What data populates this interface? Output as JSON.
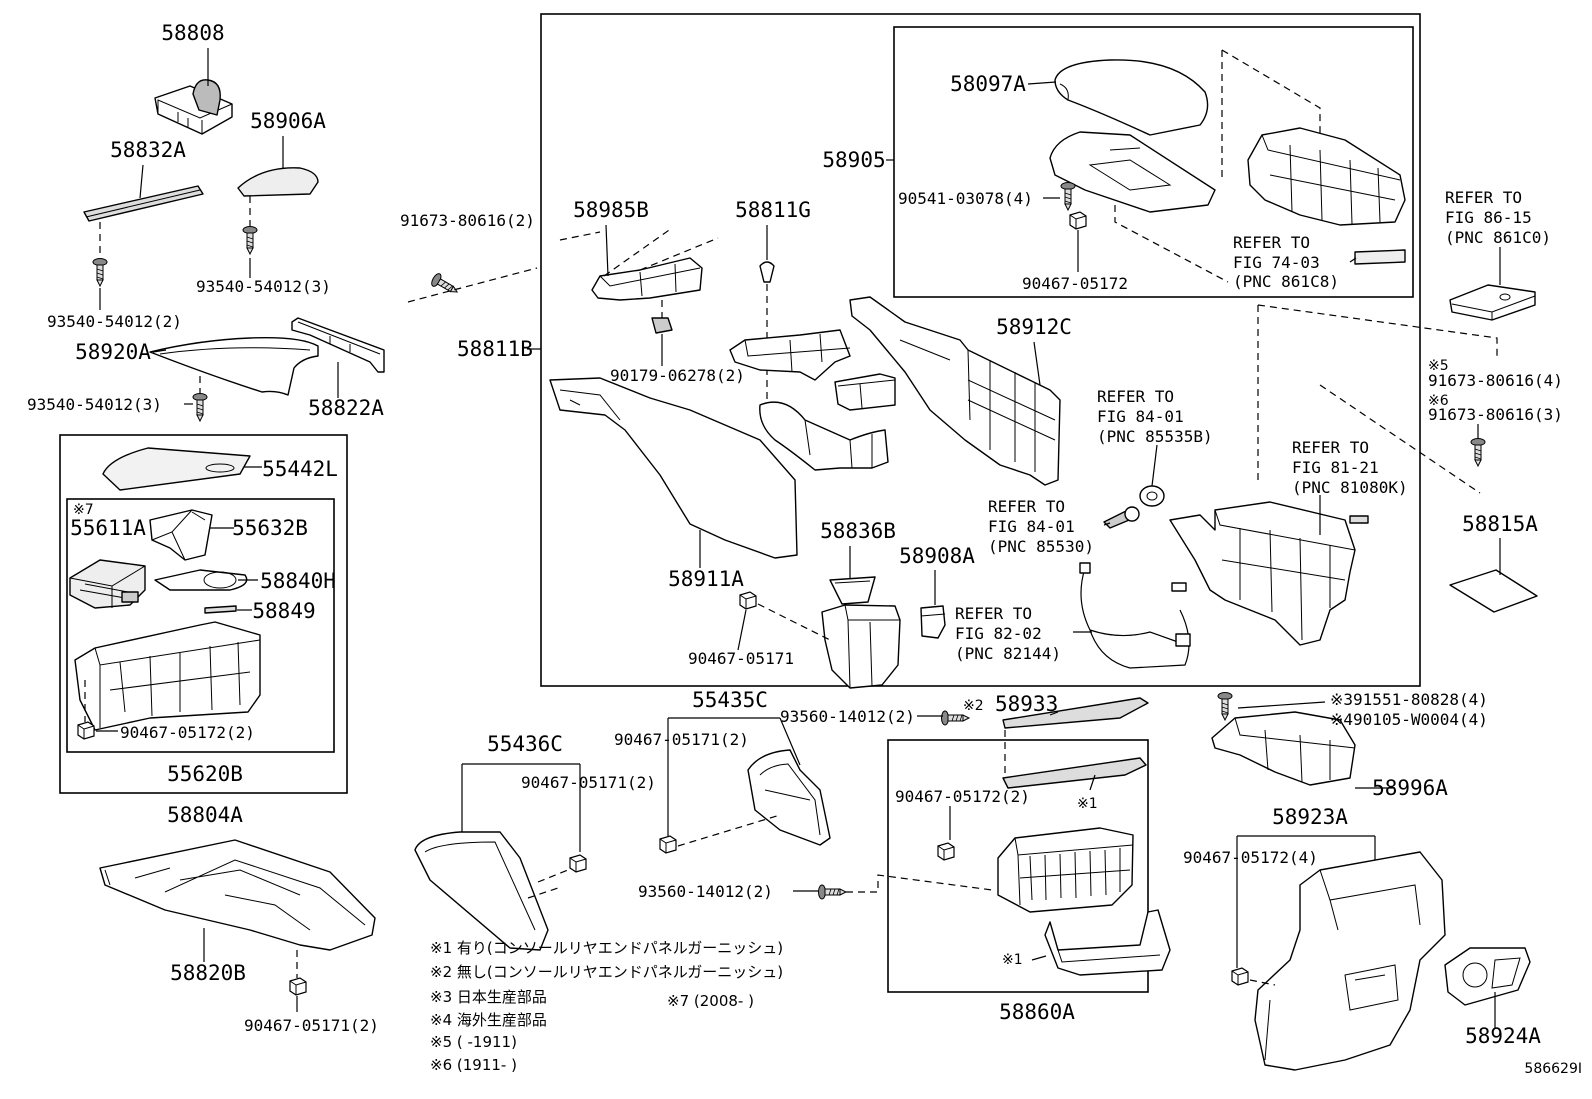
{
  "figure_id": "586629I",
  "colors": {
    "line": "#000000",
    "background": "#ffffff"
  },
  "top_left": {
    "labels": [
      "58808",
      "58906A",
      "58832A",
      "93540-54012(3)",
      "93540-54012(2)",
      "58920A",
      "93540-54012(3)",
      "58822A"
    ]
  },
  "box_left": {
    "labels": [
      "55442L",
      "※7",
      "55611A",
      "55632B",
      "58840H",
      "58849",
      "90467-05172(2)",
      "55620B"
    ]
  },
  "lower_left": {
    "labels": [
      "58804A",
      "58820B",
      "90467-05171(2)"
    ]
  },
  "center": {
    "labels": [
      "91673-80616(2)",
      "58985B",
      "58811G",
      "58811B",
      "90179-06278(2)",
      "58911A",
      "58836B",
      "58908A",
      "90467-05171",
      "58912C"
    ]
  },
  "armrest": {
    "labels": [
      "58097A",
      "58905",
      "90541-03078(4)",
      "90467-05172"
    ]
  },
  "refs": [
    {
      "line1": "REFER TO",
      "line2": "FIG 74-03",
      "line3": "(PNC 861C8)"
    },
    {
      "line1": "REFER TO",
      "line2": "FIG 84-01",
      "line3": "(PNC 85535B)"
    },
    {
      "line1": "REFER TO",
      "line2": "FIG 84-01",
      "line3": "(PNC 85530)"
    },
    {
      "line1": "REFER TO",
      "line2": "FIG 82-02",
      "line3": "(PNC 82144)"
    },
    {
      "line1": "REFER TO",
      "line2": "FIG 86-15",
      "line3": "(PNC 861C0)"
    },
    {
      "line1": "REFER TO",
      "line2": "FIG 81-21",
      "line3": "(PNC 81080K)"
    }
  ],
  "right": {
    "labels": [
      "※5",
      "91673-80616(4)",
      "※6",
      "91673-80616(3)",
      "58815A"
    ]
  },
  "bottom_center": {
    "labels": [
      "55435C",
      "90467-05171(2)",
      "93560-14012(2)",
      "※2",
      "58933",
      "55436C",
      "90467-05171(2)",
      "90467-05172(2)",
      "※1",
      "※1",
      "93560-14012(2)",
      "58860A"
    ]
  },
  "bottom_right": {
    "labels": [
      "※391551-80828(4)",
      "※490105-W0004(4)",
      "58996A",
      "58923A",
      "90467-05172(4)",
      "58924A"
    ]
  },
  "notes": [
    "※1 有り(コンソールリヤエンドパネルガーニッシュ)",
    "※2 無し(コンソールリヤエンドパネルガーニッシュ)",
    "※3 日本生産部品",
    "※4 海外生産部品",
    "※5 (     -1911)",
    "※6 (1911-     )"
  ],
  "note7": "※7 (2008-     )"
}
